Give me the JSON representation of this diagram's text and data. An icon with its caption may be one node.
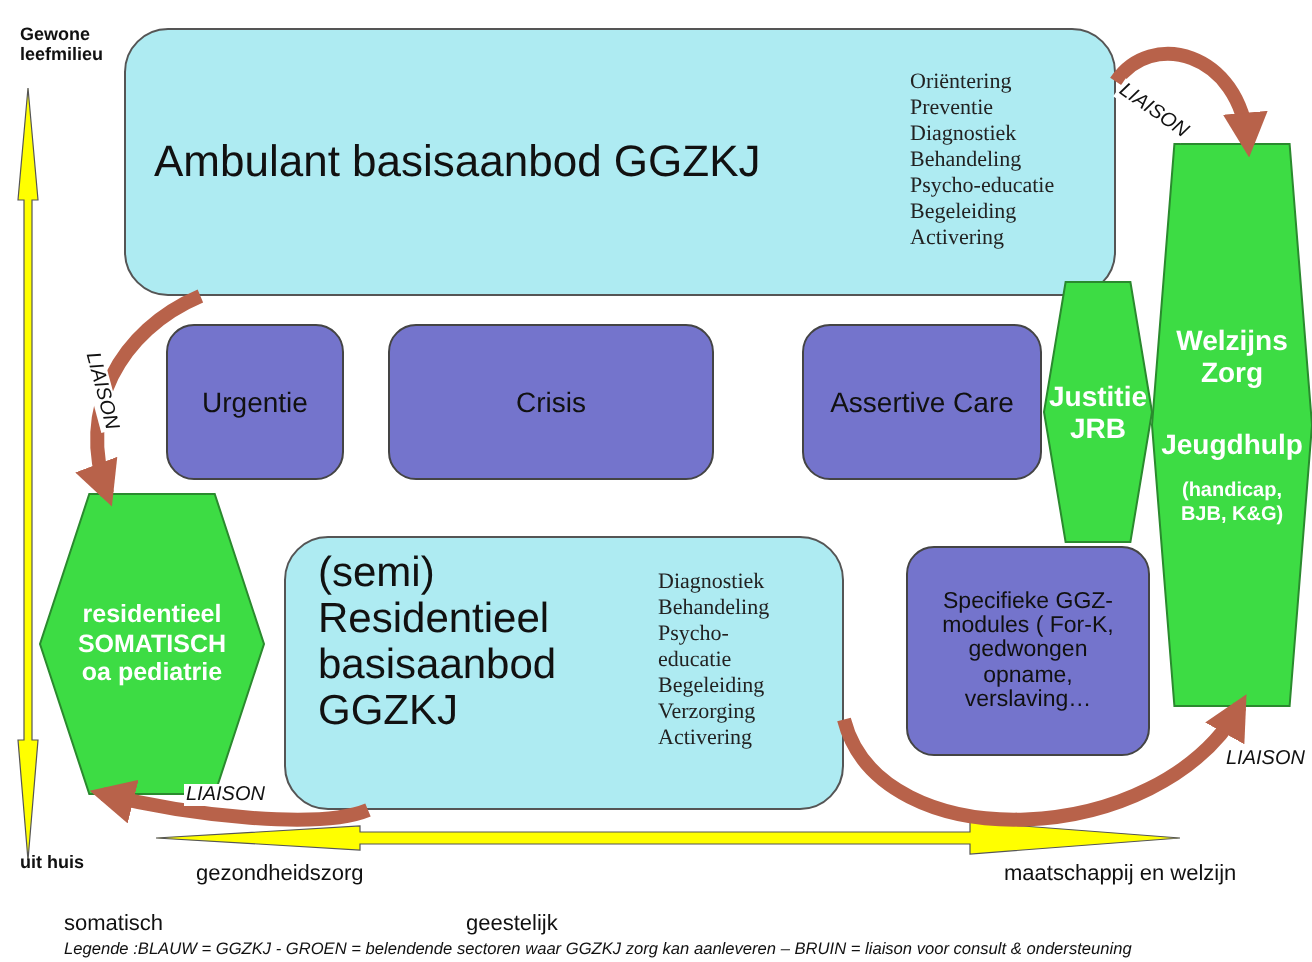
{
  "diagram": {
    "nodes": [
      {
        "text": [
          "Ambulant basisaanbod GGZKJ",
          "Oriëntering",
          "Preventie",
          "Diagnostiek",
          "Behandeling",
          "Psycho-educatie",
          "Begeleiding",
          "Activering"
        ]
      },
      {
        "text": [
          "Urgentie"
        ]
      },
      {
        "text": [
          "Crisis"
        ]
      },
      {
        "text": [
          "Assertive Care"
        ]
      },
      {
        "text": [
          "Justitie JRB"
        ]
      },
      {
        "text": [
          "Welzijns Zorg",
          "Jeugdhulp",
          "(handicap, BJB, K&G)"
        ]
      },
      {
        "text": [
          "residentieel SOMATISCH oa pediatrie"
        ]
      },
      {
        "text": [
          "(semi) Residentieel basisaanbod GGZKJ",
          "Diagnostiek",
          "Behandeling",
          "Psycho-educatie",
          "Begeleiding",
          "Verzorging",
          "Activering"
        ]
      },
      {
        "text": [
          "Specifieke GGZ-modules ( For-K, gedwongen opname, verslaving…"
        ]
      }
    ],
    "edges": [
      {
        "from": 0,
        "to": 5,
        "arrow": "to",
        "label": "LIAISON"
      },
      {
        "from": 0,
        "to": 6,
        "arrow": "to",
        "label": "LIAISON"
      },
      {
        "from": 7,
        "to": 6,
        "arrow": "to",
        "label": "LIAISON"
      },
      {
        "from": 7,
        "to": 5,
        "arrow": "to",
        "label": "LIAISON"
      }
    ],
    "labels": [
      "Gewone leefmilieu",
      "uit huis",
      "gezondheidszorg",
      "maatschappij en welzijn",
      "somatisch",
      "geestelijk",
      "Legende :BLAUW = GGZKJ - GROEN = belendende sectoren waar GGZKJ zorg kan aanleveren – BRUIN = liaison voor consult & ondersteuning"
    ]
  }
}
